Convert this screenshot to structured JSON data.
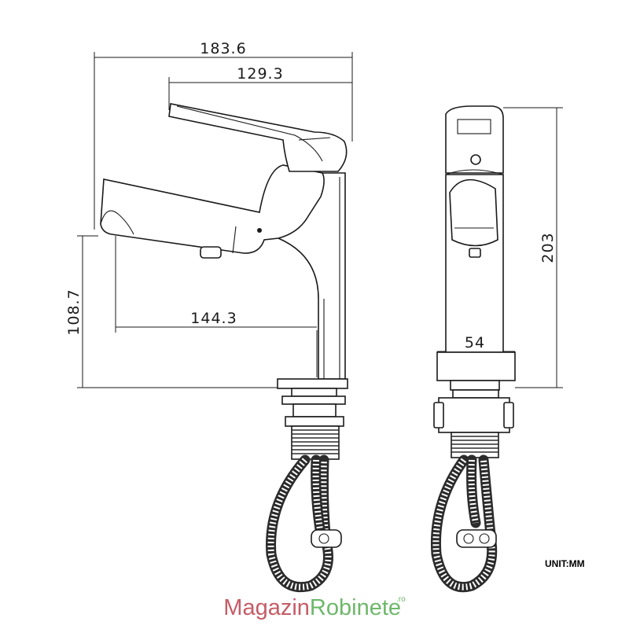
{
  "dimensions": {
    "overall_length": "183.6",
    "handle_reach": "129.3",
    "spout_reach": "144.3",
    "spout_height": "108.7",
    "total_height": "203",
    "base_width": "54"
  },
  "unit_label": "UNIT:MM",
  "brand": {
    "part1": "Magazin",
    "part2": "Robinete",
    "suffix": ".ro"
  }
}
